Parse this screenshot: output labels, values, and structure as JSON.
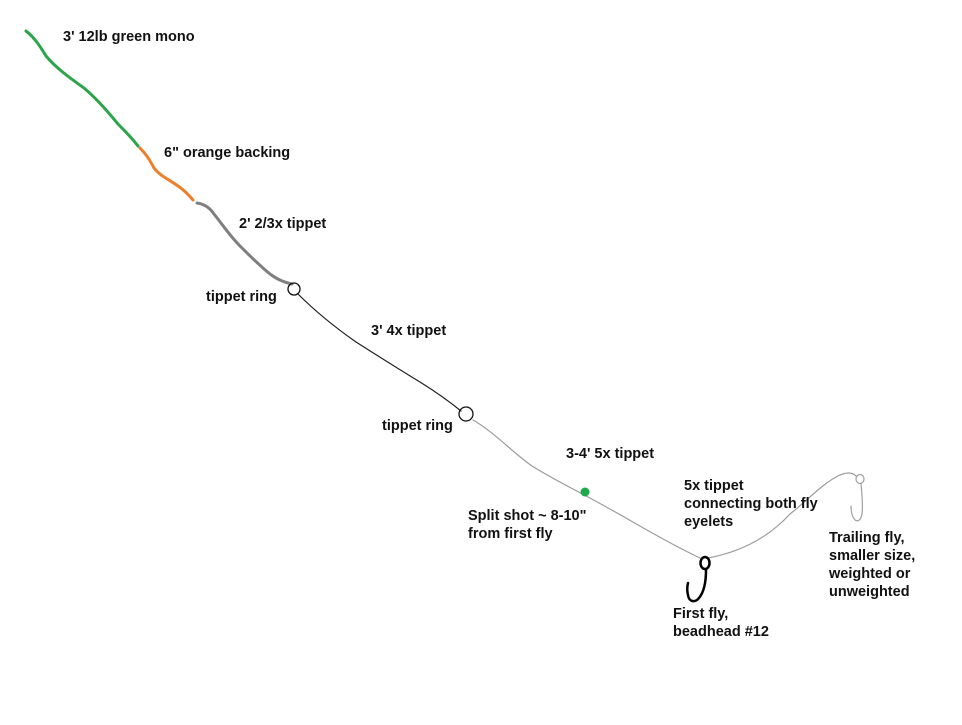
{
  "labels": {
    "green_mono": "3' 12lb green mono",
    "orange_backing": "6\" orange backing",
    "tippet_2_3x": "2' 2/3x tippet",
    "tippet_ring_1": "tippet ring",
    "tippet_4x": "3' 4x tippet",
    "tippet_ring_2": "tippet ring",
    "tippet_5x": "3-4' 5x tippet",
    "connecting_tippet": [
      "5x tippet",
      "connecting both fly",
      "eyelets"
    ],
    "split_shot": [
      "Split shot ~ 8-10\"",
      "from first fly"
    ],
    "first_fly": [
      "First fly,",
      "beadhead #12"
    ],
    "trailing_fly": [
      "Trailing fly,",
      "smaller size,",
      "weighted or",
      "unweighted"
    ]
  },
  "colors": {
    "green_mono": "#2ca44a",
    "orange_backing": "#ee7f2a",
    "tippet_2_3x": "#7f7f7f",
    "tippet_4x": "#1e1e1e",
    "tippet_5x": "#9b9b9b",
    "split_shot": "#1faa4a",
    "first_fly": "#000000",
    "trailing_fly": "#a0a0a0",
    "text": "#111111"
  }
}
